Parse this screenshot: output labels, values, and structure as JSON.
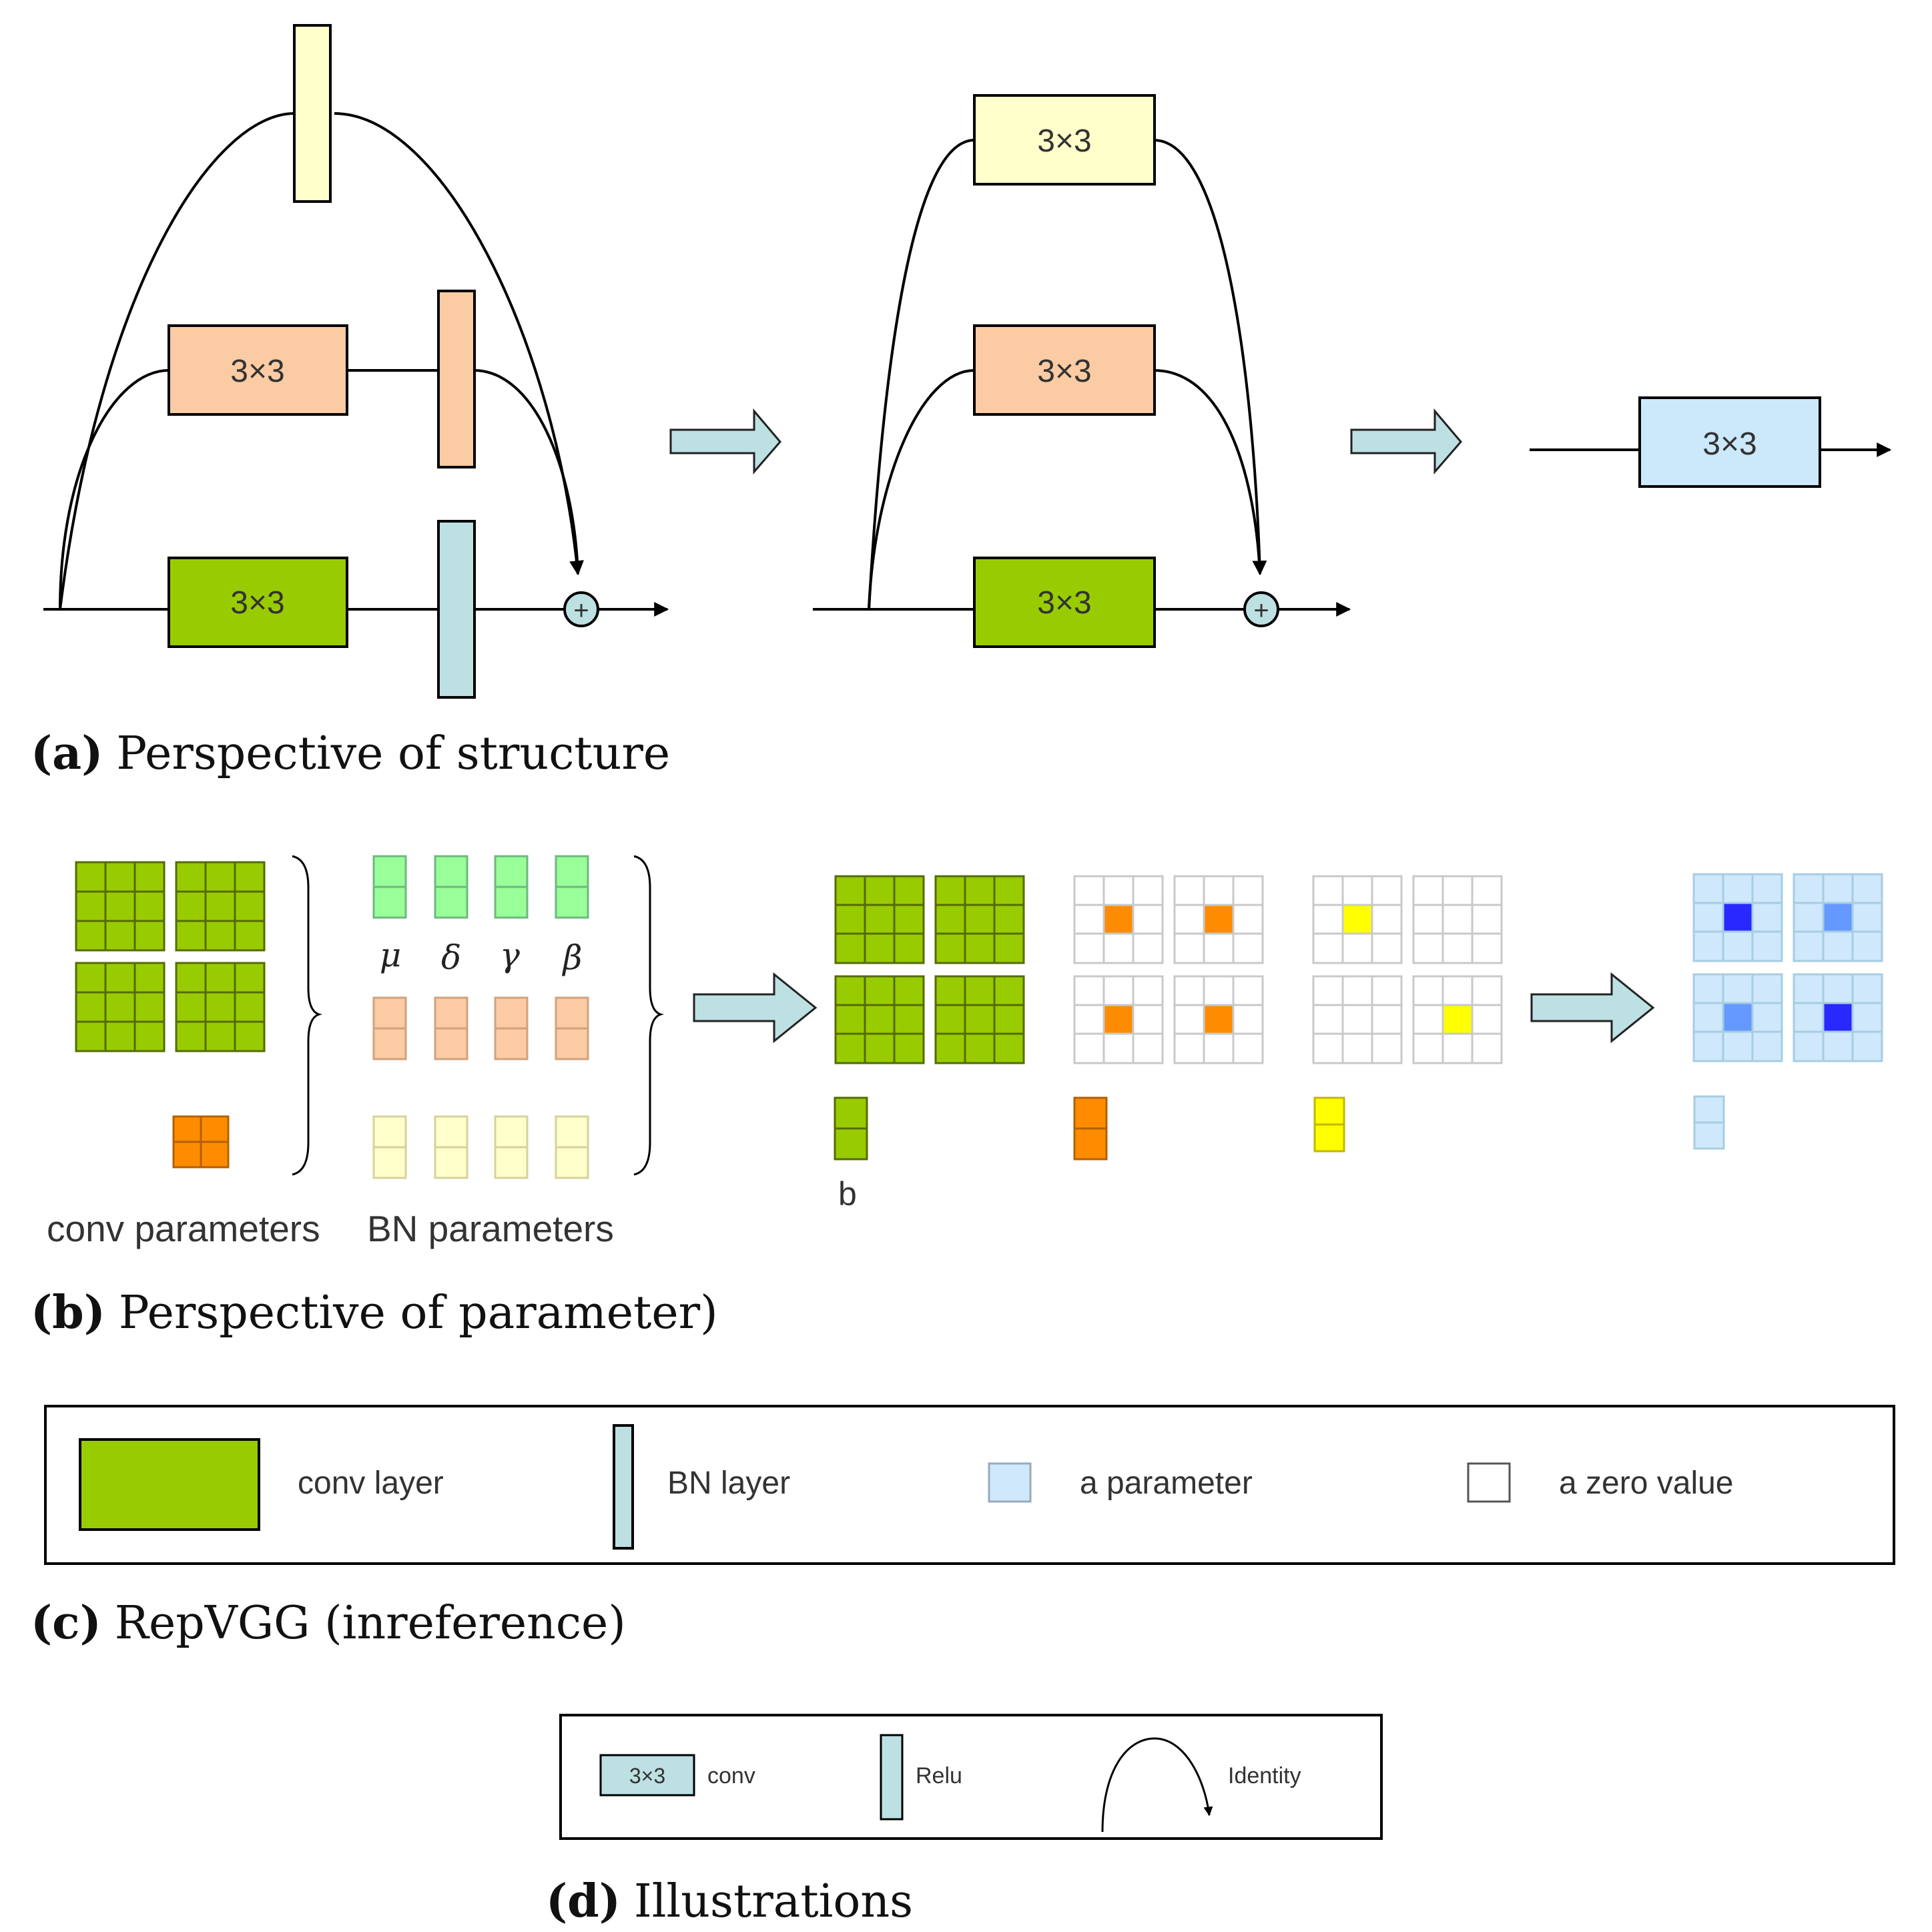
{
  "colors": {
    "conv_green": "#99cc00",
    "bn_blue": "#bde0e3",
    "branch_yellow": "#ffffcc",
    "branch_orange": "#fbcba3",
    "merged_blue": "#cce8fb",
    "param_light_blue": "#cfe8fb",
    "orange_cell": "#ff8c00",
    "yellow_cell": "#ffff00",
    "deep_blue_cell": "#2929ff",
    "mid_blue_cell": "#6699ff",
    "bn_green_param": "#99ff99",
    "bn_orange_param": "#fbcba3",
    "bn_yellow_param": "#ffffcc",
    "arrow_fill": "#bde0e3"
  },
  "structure": {
    "conv_label": "3×3",
    "add_symbol": "+"
  },
  "parameters": {
    "bn_symbols": [
      "μ",
      "δ",
      "γ",
      "β"
    ],
    "conv_params_label": "conv parameters",
    "bn_params_label": "BN parameters",
    "bias_label": "b"
  },
  "legend_c": {
    "conv_layer": "conv layer",
    "bn_layer": "BN layer",
    "a_parameter": "a parameter",
    "a_zero_value": "a zero value"
  },
  "legend_d": {
    "box_label": "3×3",
    "conv": "conv",
    "relu": "Relu",
    "identity": "Identity"
  },
  "captions": {
    "a": {
      "tag": "(a)",
      "text": "Perspective of structure"
    },
    "b": {
      "tag": "(b)",
      "text": "Perspective of parameter)"
    },
    "c": {
      "tag": "(c)",
      "text": "RepVGG (inreference)"
    },
    "d": {
      "tag": "(d)",
      "text": "Illustrations"
    }
  }
}
